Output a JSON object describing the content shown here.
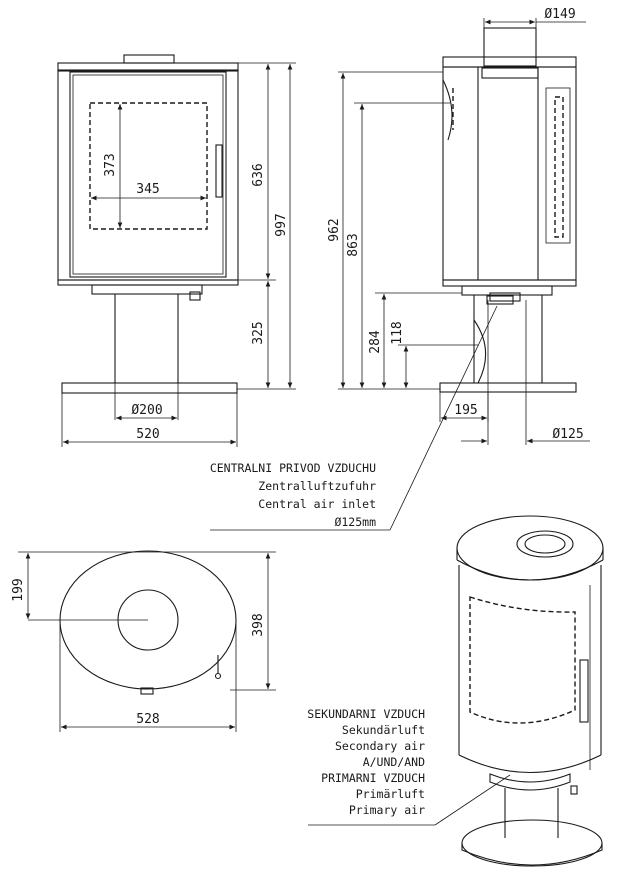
{
  "dimensions": {
    "flue_diameter": "Ø149",
    "front_inner_height": "373",
    "front_inner_width": "345",
    "front_body_height": "636",
    "total_height_front": "997",
    "pedestal_height": "325",
    "base_pipe_diameter": "Ø200",
    "base_width": "520",
    "side_height_962": "962",
    "side_height_863": "863",
    "air_inlet_height": "284",
    "air_inlet_offset": "118",
    "inlet_horizontal": "195",
    "inlet_diameter": "Ø125",
    "top_depth": "199",
    "top_height": "398",
    "top_width": "528"
  },
  "annotations": {
    "central_air": {
      "line1": "CENTRALNI PRIVOD VZDUCHU",
      "line2": "Zentralluftzufuhr",
      "line3": "Central air inlet",
      "line4": "Ø125mm"
    },
    "secondary_primary": {
      "line1": "SEKUNDARNI VZDUCH",
      "line2": "Sekundärluft",
      "line3": "Secondary air",
      "line4": "A/UND/AND",
      "line5": "PRIMARNI VZDUCH",
      "line6": "Primärluft",
      "line7": "Primary air"
    }
  }
}
